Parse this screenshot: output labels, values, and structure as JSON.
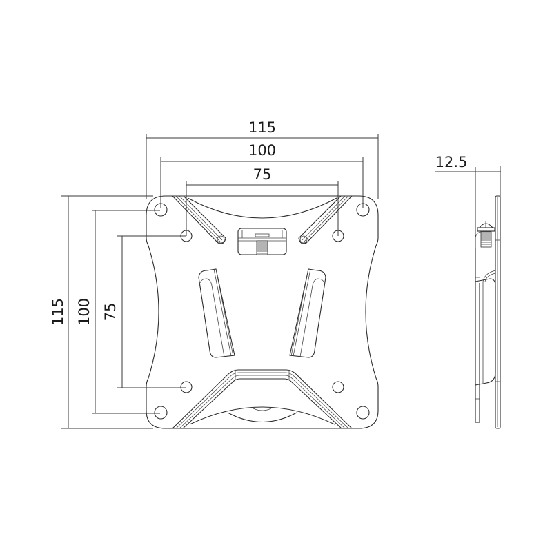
{
  "drawing": {
    "subject": "VESA wall mount plate",
    "views": [
      "front-view",
      "side-view"
    ],
    "line_color": "#2b2b2b",
    "background": "#ffffff"
  },
  "dimensions": {
    "width_overall": "115",
    "width_outer_holes": "100",
    "width_inner_holes": "75",
    "height_overall": "115",
    "height_outer_holes": "100",
    "height_inner_holes": "75",
    "depth": "12.5"
  }
}
